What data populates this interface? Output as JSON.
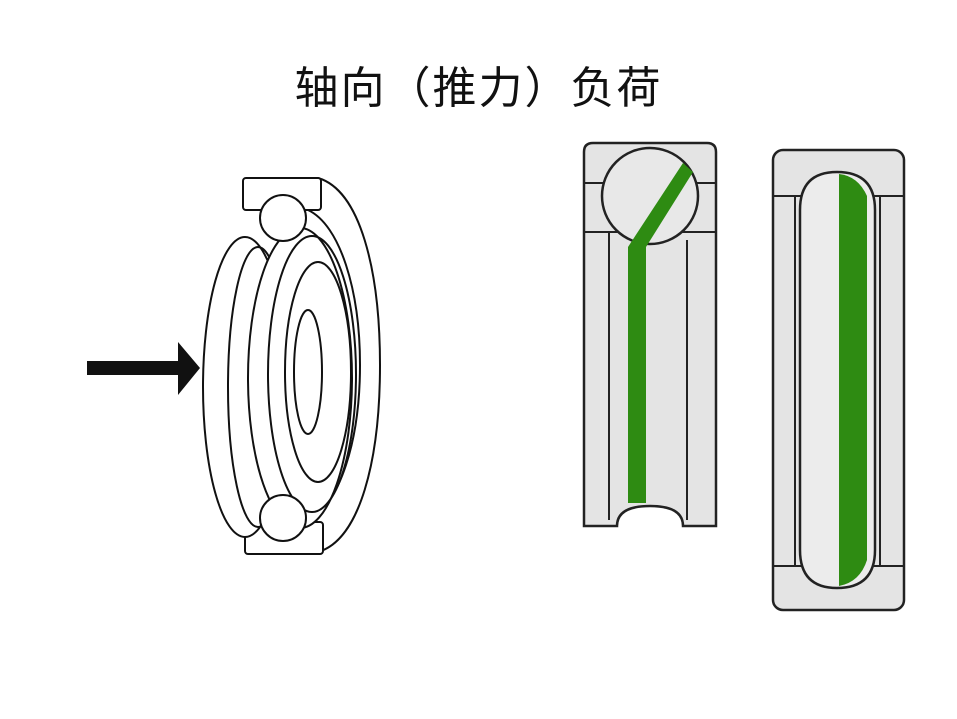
{
  "slide": {
    "title": "轴向（推力）负荷"
  },
  "figures": {
    "left": {
      "icon": "ball-bearing-isometric-with-axial-load-arrow"
    },
    "middle": {
      "icon": "deep-groove-ball-bearing-cross-section-with-load-path"
    },
    "right": {
      "icon": "roller-bearing-cross-section-with-load-path"
    }
  },
  "colors": {
    "background": "#ffffff",
    "outline": "#111111",
    "section_fill": "#e4e4e4",
    "load_path": "#2e8b12"
  }
}
